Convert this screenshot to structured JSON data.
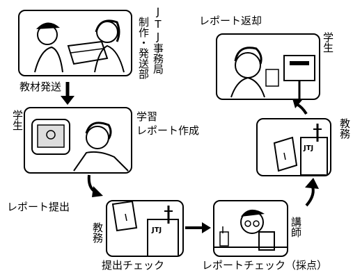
{
  "labels": {
    "material_send": "教材発送",
    "jtj_office": "JTJ事務局",
    "production_send": "制作・発送部",
    "student_top": "学生",
    "study": "学習",
    "report_create": "レポート作成",
    "student_mid": "学生",
    "report_return": "レポート返却",
    "academic_right": "教務",
    "report_submit": "レポート提出",
    "academic_left": "教務",
    "submit_check": "提出チェック",
    "instructor": "講師",
    "report_check": "レポートチェック（採点）"
  },
  "icons": [
    "box-icon",
    "tv-icon",
    "envelope-icon",
    "mailbox-icon",
    "pen-icon"
  ]
}
